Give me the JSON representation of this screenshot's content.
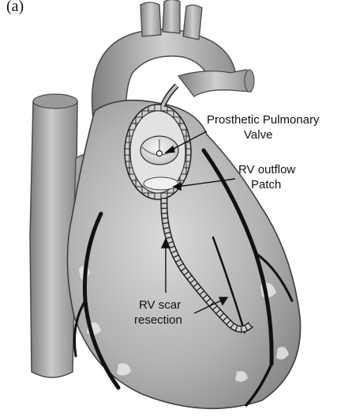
{
  "figure": {
    "panel_label": "(a)",
    "labels": {
      "valve_line1": "Prosthetic Pulmonary",
      "valve_line2": "Valve",
      "patch_line1": "RV outflow",
      "patch_line2": "Patch",
      "scar_line1": "RV scar",
      "scar_line2": "resection"
    },
    "colors": {
      "background": "#ffffff",
      "tissue_dark": "#7c7c7c",
      "tissue_mid": "#a9a9a9",
      "tissue_light": "#d4d4d4",
      "vessel": "#111111",
      "highlight": "#eeeeee"
    }
  }
}
